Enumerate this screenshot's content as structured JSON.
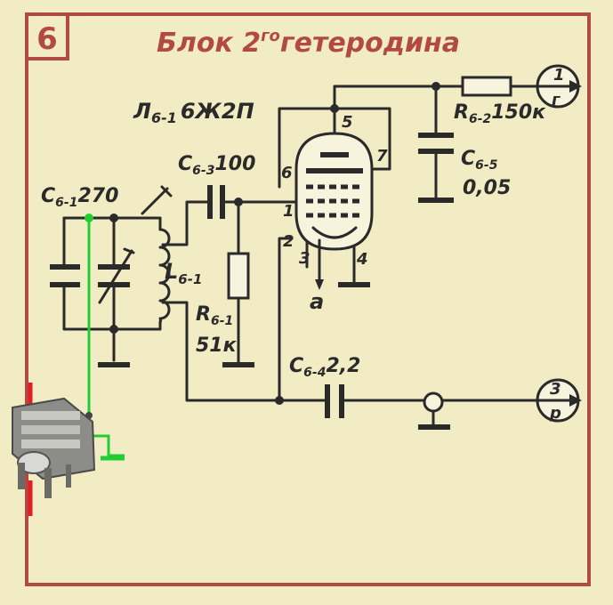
{
  "block_number": "6",
  "title_main": "Блок 2",
  "title_sup": "го",
  "title_rest": "гетеродина",
  "tube": {
    "ref": "Л",
    "ref_sub": "6-1",
    "type": "6Ж2П"
  },
  "components": {
    "c61": {
      "ref": "C",
      "sub": "6-1",
      "value": "270"
    },
    "c63": {
      "ref": "C",
      "sub": "6-3",
      "value": "100"
    },
    "l61": {
      "ref": "L",
      "sub": "6-1"
    },
    "r61": {
      "ref": "R",
      "sub": "6-1",
      "value": "51к"
    },
    "c64": {
      "ref": "C",
      "sub": "6-4",
      "value": "2,2"
    },
    "r62": {
      "ref": "R",
      "sub": "6-2",
      "value": "150к"
    },
    "c65": {
      "ref": "C",
      "sub": "6-5",
      "value": "0,05"
    }
  },
  "pins": {
    "p1": "1",
    "p2": "2",
    "p3": "3",
    "p4": "4",
    "p5": "5",
    "p6": "6",
    "p7": "7"
  },
  "connectors": {
    "out1": {
      "num": "1",
      "letter": "г"
    },
    "out3": {
      "num": "3",
      "letter": "р"
    }
  },
  "heater_label": "a",
  "colors": {
    "frame": "#b24a44",
    "ink": "#2a2a2a",
    "paper": "#f2ecc4",
    "green_wire": "#22cc33",
    "red_mark": "#e02020"
  }
}
